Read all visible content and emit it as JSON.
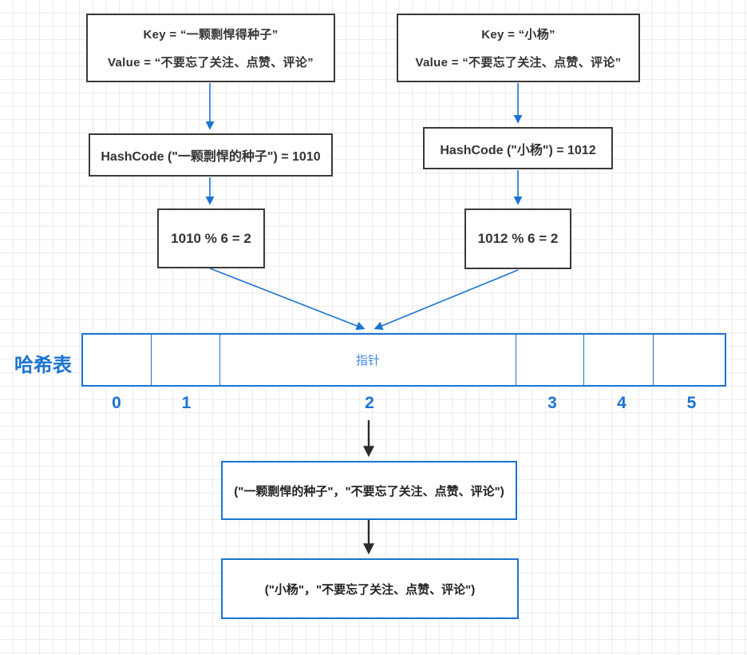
{
  "colors": {
    "accent_blue": "#1a74d2",
    "pointer_text_blue": "#3f88dc",
    "box_border_dark": "#3a3a3a",
    "text_dark": "#333333",
    "arrow_black": "#2b2b2b",
    "grid_line": "#eaeaea"
  },
  "flow": {
    "kv_left": {
      "line1": "Key =  “一颗剽悍得种子”",
      "line2": "Value = “不要忘了关注、点赞、评论”"
    },
    "kv_right": {
      "line1": "Key =  “小杨”",
      "line2": "Value = “不要忘了关注、点赞、评论”"
    },
    "hashcode_left": "HashCode (\"一颗剽悍的种子\") = 1010",
    "hashcode_right": "HashCode (\"小杨\") = 1012",
    "mod_left": "1010 % 6 = 2",
    "mod_right": "1012 % 6 = 2"
  },
  "hash_table": {
    "label": "哈希表",
    "pointer_cell_text": "指针",
    "indices": [
      "0",
      "1",
      "2",
      "3",
      "4",
      "5"
    ]
  },
  "chain": {
    "node1": "(\"一颗剽悍的种子\"，\"不要忘了关注、点赞、评论\")",
    "node2": "(\"小杨\"，\"不要忘了关注、点赞、评论\")"
  }
}
